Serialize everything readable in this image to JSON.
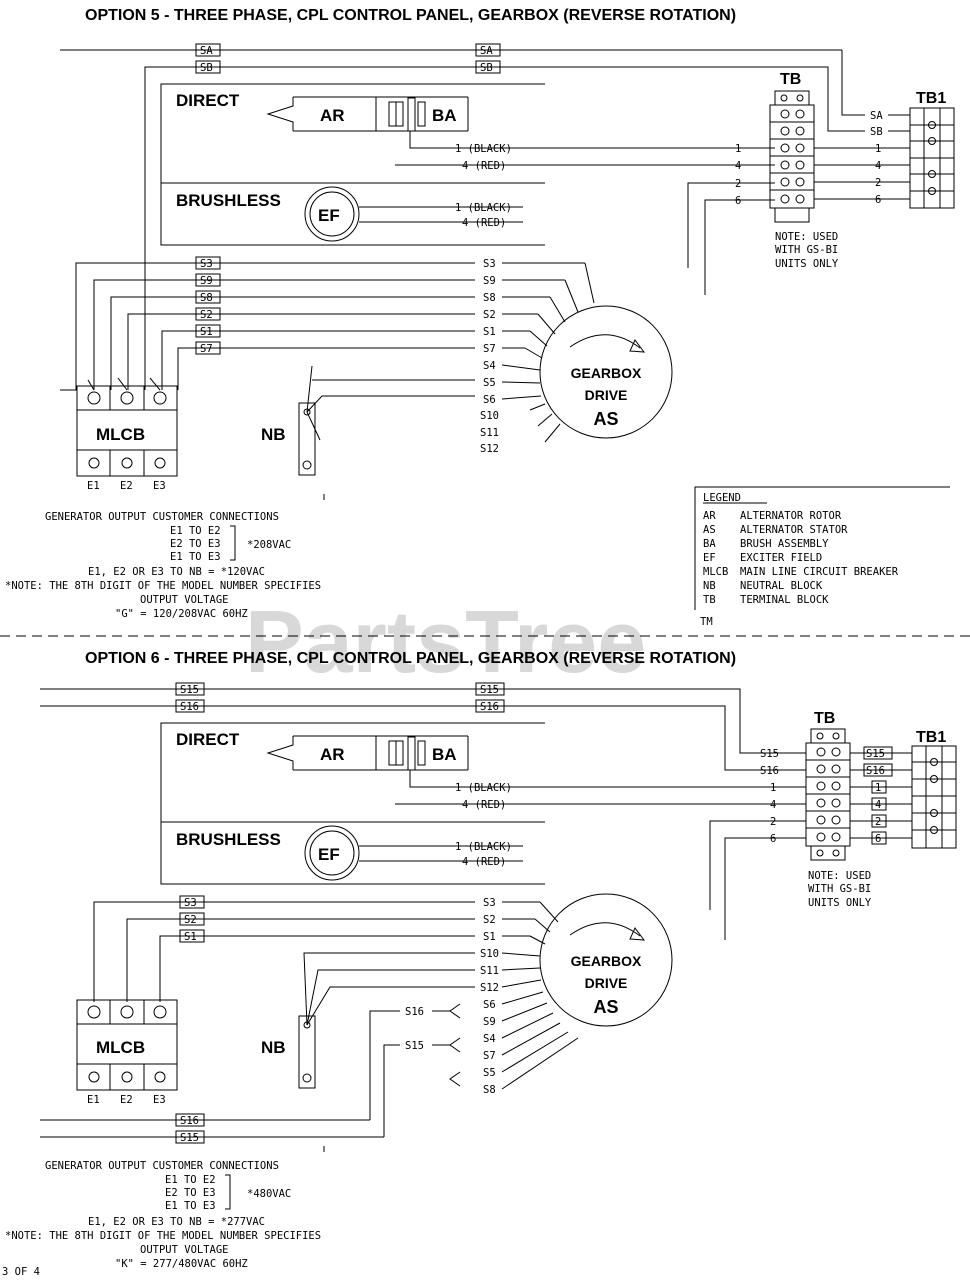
{
  "watermark": "PartsTree",
  "watermark_tm": "TM",
  "page_marker": "3 OF 4",
  "opt5": {
    "title": "OPTION 5 - THREE PHASE, CPL CONTROL PANEL, GEARBOX (REVERSE ROTATION)",
    "direct": "DIRECT",
    "ar": "AR",
    "ba": "BA",
    "brushless": "BRUSHLESS",
    "ef": "EF",
    "black": "1 (BLACK)",
    "red": "4 (RED)",
    "gearbox": [
      "GEARBOX",
      "DRIVE",
      "AS"
    ],
    "mlcb": "MLCB",
    "nb": "NB",
    "tb": "TB",
    "tb1": "TB1",
    "wires_top": [
      "SA",
      "SB"
    ],
    "tb_left": [
      "SA",
      "SB",
      "1",
      "4",
      "2",
      "6"
    ],
    "tb_nums": [
      "1",
      "4",
      "2",
      "6"
    ],
    "stator_left": [
      "S3",
      "S9",
      "S8",
      "S2",
      "S1",
      "S7"
    ],
    "stator_mid": [
      "S3",
      "S9",
      "S8",
      "S2",
      "S1",
      "S7",
      "S4",
      "S5",
      "S6",
      "S10",
      "S11",
      "S12"
    ],
    "mlcb_terms": [
      "E1",
      "E2",
      "E3"
    ],
    "tb_note": [
      "NOTE: USED",
      "WITH GS-BI",
      "UNITS ONLY"
    ],
    "conn_notes": [
      "GENERATOR OUTPUT CUSTOMER CONNECTIONS",
      "E1 TO E2",
      "E2 TO E3",
      "E1 TO E3",
      "*208VAC",
      "E1, E2 OR E3 TO NB = *120VAC",
      "*NOTE: THE 8TH DIGIT OF THE MODEL NUMBER SPECIFIES",
      "OUTPUT VOLTAGE",
      "\"G\" = 120/208VAC 60HZ"
    ],
    "legend_title": "LEGEND",
    "legend": [
      {
        "code": "AR",
        "desc": "ALTERNATOR ROTOR"
      },
      {
        "code": "AS",
        "desc": "ALTERNATOR STATOR"
      },
      {
        "code": "BA",
        "desc": "BRUSH ASSEMBLY"
      },
      {
        "code": "EF",
        "desc": "EXCITER FIELD"
      },
      {
        "code": "MLCB",
        "desc": "MAIN LINE CIRCUIT BREAKER"
      },
      {
        "code": "NB",
        "desc": "NEUTRAL BLOCK"
      },
      {
        "code": "TB",
        "desc": "TERMINAL BLOCK"
      }
    ]
  },
  "opt6": {
    "title": "OPTION 6 - THREE PHASE, CPL CONTROL PANEL, GEARBOX (REVERSE ROTATION)",
    "direct": "DIRECT",
    "ar": "AR",
    "ba": "BA",
    "brushless": "BRUSHLESS",
    "ef": "EF",
    "black": "1 (BLACK)",
    "red": "4 (RED)",
    "gearbox": [
      "GEARBOX",
      "DRIVE",
      "AS"
    ],
    "mlcb": "MLCB",
    "nb": "NB",
    "tb": "TB",
    "tb1": "TB1",
    "wires_top": [
      "S15",
      "S16"
    ],
    "tb_left": [
      "S15",
      "S16",
      "1",
      "4",
      "2",
      "6"
    ],
    "tb_right": [
      "S15",
      "S16",
      "1",
      "4",
      "2",
      "6"
    ],
    "stator_left": [
      "S3",
      "S2",
      "S1"
    ],
    "stator_mid": [
      "S3",
      "S2",
      "S1",
      "S10",
      "S11",
      "S12",
      "S6",
      "S9",
      "S4",
      "S7",
      "S5",
      "S8"
    ],
    "jumpers": [
      "S16",
      "S15"
    ],
    "bottom_wires": [
      "S16",
      "S15"
    ],
    "mlcb_terms": [
      "E1",
      "E2",
      "E3"
    ],
    "tb_note": [
      "NOTE: USED",
      "WITH GS-BI",
      "UNITS ONLY"
    ],
    "conn_notes": [
      "GENERATOR OUTPUT CUSTOMER CONNECTIONS",
      "E1 TO E2",
      "E2 TO E3",
      "E1 TO E3",
      "*480VAC",
      "E1, E2 OR E3 TO NB = *277VAC",
      "*NOTE: THE 8TH DIGIT OF THE MODEL NUMBER SPECIFIES",
      "OUTPUT VOLTAGE",
      "\"K\" = 277/480VAC 60HZ"
    ]
  }
}
